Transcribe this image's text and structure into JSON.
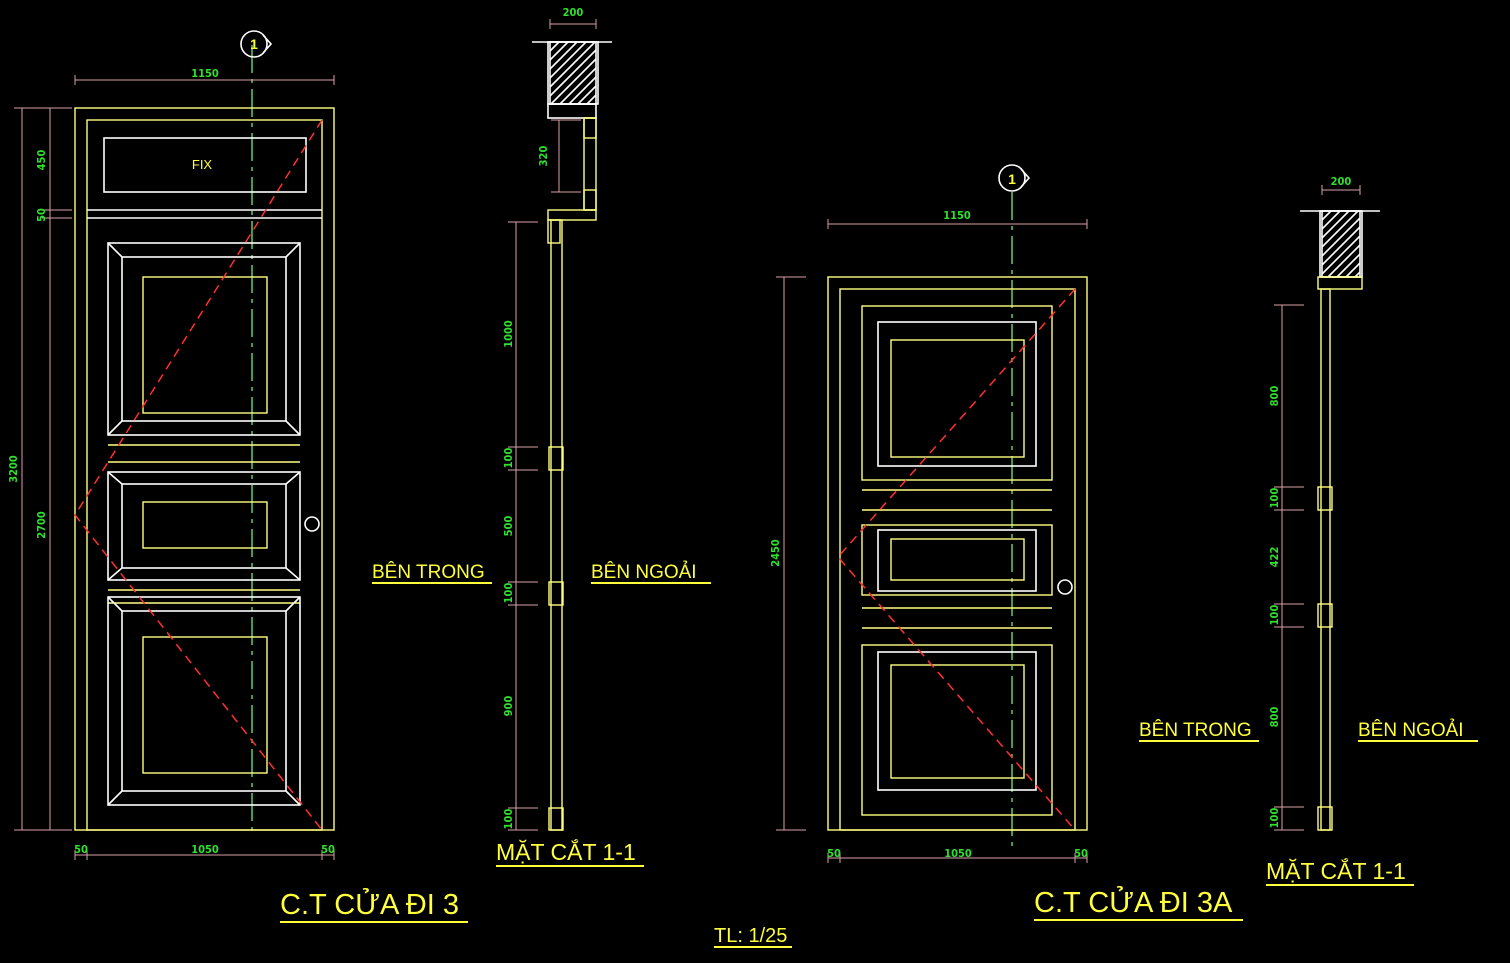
{
  "drawing": {
    "scale_label": "TL: 1/25",
    "colors": {
      "background": "#000000",
      "outline": "#ffffff",
      "frame": "#ffff80",
      "dimension_text": "#2fe02f",
      "label": "#ffff3c",
      "swing_line": "#ff3030"
    },
    "door_3": {
      "title": "C.T CỬA ĐI 3",
      "section_marker": "1",
      "fix_label": "FIX",
      "dims": {
        "width": "1150",
        "total_height": "3200",
        "leaf_height": "2700",
        "transom": "450",
        "transom_bar": "50",
        "bottom_left": "50",
        "bottom_mid": "1050",
        "bottom_right": "50"
      }
    },
    "section_3": {
      "title": "MẶT CẮT 1-1",
      "inside_label": "BÊN TRONG",
      "outside_label": "BÊN NGOẢI",
      "dims": {
        "wall": "200",
        "transom": "320",
        "d1": "1000",
        "d2": "100",
        "d3": "500",
        "d4": "100",
        "d5": "900",
        "d6": "100"
      }
    },
    "door_3a": {
      "title": "C.T CỬA ĐI 3A",
      "section_marker": "1",
      "dims": {
        "width": "1150",
        "height": "2450",
        "bottom_left": "50",
        "bottom_mid": "1050",
        "bottom_right": "50"
      }
    },
    "section_3a": {
      "title": "MẶT CẮT 1-1",
      "inside_label": "BÊN TRONG",
      "outside_label": "BÊN NGOẢI",
      "dims": {
        "wall": "200",
        "d1": "800",
        "d2": "100",
        "d3": "422",
        "d4": "100",
        "d5": "800",
        "d6": "100"
      }
    }
  }
}
